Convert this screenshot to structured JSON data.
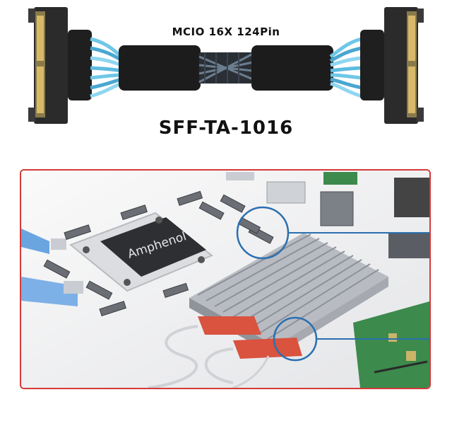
{
  "product": {
    "cable_label": "MCIO 16X 124Pin",
    "standard_label": "SFF-TA-1016",
    "chip_brand": "Amphenol"
  },
  "colors": {
    "frame_red": "#d43a3a",
    "callout_blue": "#2a6fb0",
    "cable_black": "#1a1a1a",
    "wire_blue": "#6fc7e8",
    "connector_gold": "#d8b96a",
    "pcb_green": "#3c8a4c",
    "connector_red": "#d9533f"
  }
}
